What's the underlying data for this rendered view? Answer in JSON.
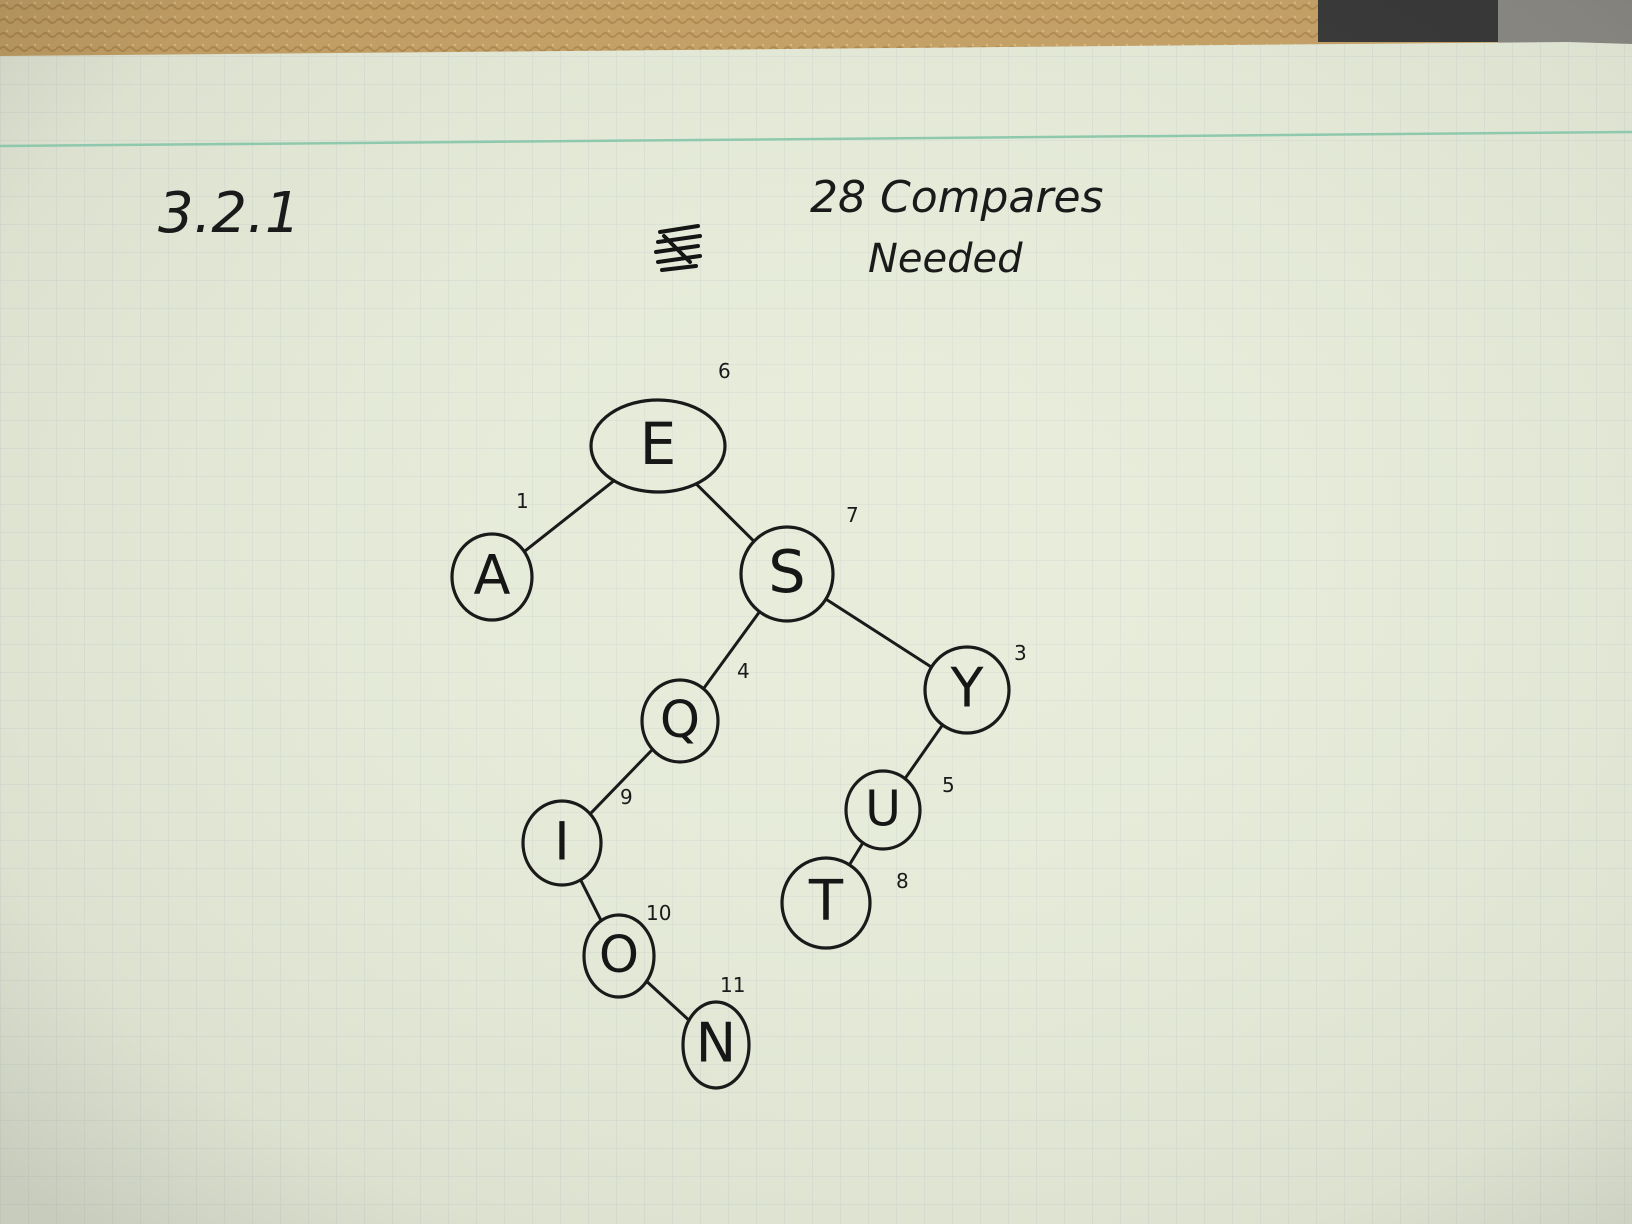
{
  "page": {
    "exercise_label": "3.2.1",
    "note_line1": "28 Compares",
    "note_line2": "Needed"
  },
  "tree": {
    "nodes": [
      {
        "id": "E",
        "letter": "E",
        "order": "6"
      },
      {
        "id": "A",
        "letter": "A",
        "order": "1"
      },
      {
        "id": "S",
        "letter": "S",
        "order": "7"
      },
      {
        "id": "Q",
        "letter": "Q",
        "order": "4"
      },
      {
        "id": "Y",
        "letter": "Y",
        "order": "3"
      },
      {
        "id": "I",
        "letter": "I",
        "order": "9"
      },
      {
        "id": "U",
        "letter": "U",
        "order": "5"
      },
      {
        "id": "O",
        "letter": "O",
        "order": "10"
      },
      {
        "id": "T",
        "letter": "T",
        "order": "8"
      },
      {
        "id": "N",
        "letter": "N",
        "order": "11"
      }
    ],
    "edges": [
      [
        "E",
        "A"
      ],
      [
        "E",
        "S"
      ],
      [
        "S",
        "Q"
      ],
      [
        "S",
        "Y"
      ],
      [
        "Q",
        "I"
      ],
      [
        "I",
        "O"
      ],
      [
        "O",
        "N"
      ],
      [
        "Y",
        "U"
      ],
      [
        "U",
        "T"
      ]
    ]
  },
  "colors": {
    "ink": "#1a1a1a",
    "paper": "#e9eedb",
    "grid": "#cbd6cf",
    "margin_line": "#8fc9ad",
    "towel": "#c9a56a"
  }
}
